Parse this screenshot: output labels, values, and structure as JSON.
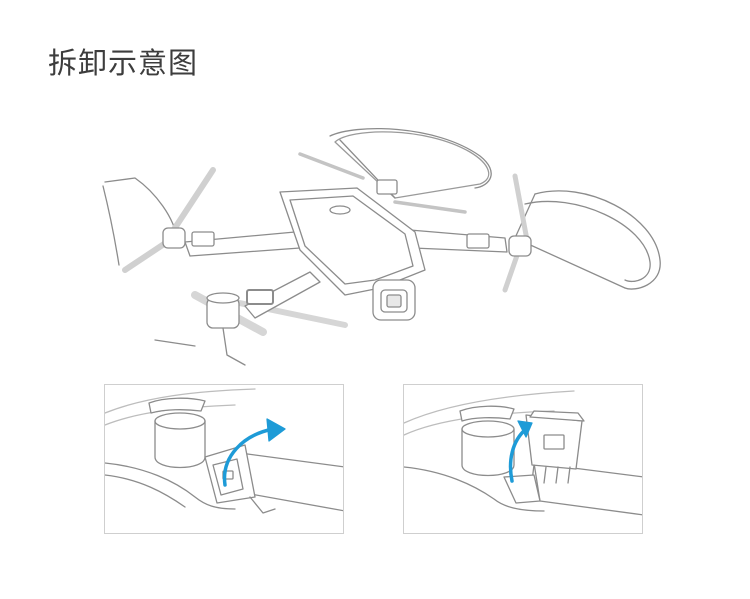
{
  "header": {
    "title": "拆卸示意图"
  },
  "colors": {
    "line": "#8c8c8c",
    "line_light": "#bdbdbd",
    "accent_arrow": "#1e9bd7",
    "title_text": "#3d3d3d"
  },
  "illustrations": {
    "main": {
      "icon": "drone-with-propeller-guards"
    },
    "step_left": {
      "icon": "guard-clip-rotate-arrow"
    },
    "step_right": {
      "icon": "guard-clip-release-arrow"
    }
  }
}
